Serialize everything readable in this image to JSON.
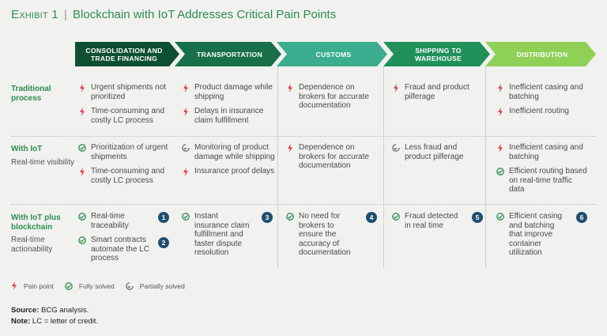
{
  "title": {
    "exhibit": "Exhibit 1",
    "sep": "|",
    "text": "Blockchain with IoT Addresses Critical Pain Points"
  },
  "stages": [
    {
      "label": "CONSOLIDATION AND TRADE FINANCING",
      "color": "#0e4f31"
    },
    {
      "label": "TRANSPORTATION",
      "color": "#18704a"
    },
    {
      "label": "CUSTOMS",
      "color": "#3aae8e"
    },
    {
      "label": "SHIPPING TO WAREHOUSE",
      "color": "#20915a"
    },
    {
      "label": "DISTRIBUTION",
      "color": "#8fd057"
    }
  ],
  "rows": [
    {
      "label": "Traditional process",
      "sublabel": ""
    },
    {
      "label": "With IoT",
      "sublabel": "Real-time visibility"
    },
    {
      "label": "With IoT plus blockchain",
      "sublabel": "Real-time actionability"
    }
  ],
  "cells": [
    [
      {
        "items": [
          {
            "icon": "pain",
            "text": "Urgent shipments not prioritized"
          },
          {
            "icon": "pain",
            "text": "Time-consuming and costly LC process"
          }
        ]
      },
      {
        "items": [
          {
            "icon": "pain",
            "text": "Product damage while shipping"
          },
          {
            "icon": "pain",
            "text": "Delays in insurance claim fulfillment"
          }
        ]
      },
      {
        "items": [
          {
            "icon": "pain",
            "text": "Dependence on brokers for accurate documentation"
          }
        ]
      },
      {
        "items": [
          {
            "icon": "pain",
            "text": "Fraud and product pilferage"
          }
        ]
      },
      {
        "items": [
          {
            "icon": "pain",
            "text": "Inefficient casing and batching"
          },
          {
            "icon": "pain",
            "text": "Inefficient routing"
          }
        ]
      }
    ],
    [
      {
        "items": [
          {
            "icon": "full",
            "text": "Prioritization of urgent shipments"
          },
          {
            "icon": "pain",
            "text": "Time-consuming and costly LC process"
          }
        ]
      },
      {
        "items": [
          {
            "icon": "partial",
            "text": "Monitoring of product damage while shipping"
          },
          {
            "icon": "pain",
            "text": "Insurance proof delays"
          }
        ]
      },
      {
        "items": [
          {
            "icon": "pain",
            "text": "Dependence on brokers for accurate documentation"
          }
        ]
      },
      {
        "items": [
          {
            "icon": "partial",
            "text": "Less fraud and product pilferage"
          }
        ]
      },
      {
        "items": [
          {
            "icon": "pain",
            "text": "Inefficient casing and batching"
          },
          {
            "icon": "full",
            "text": "Efficient routing based on real-time traffic data"
          }
        ]
      }
    ],
    [
      {
        "badge": "1",
        "badge2": "2",
        "items": [
          {
            "icon": "full",
            "text": "Real-time traceability"
          },
          {
            "icon": "full",
            "text": "Smart contracts automate the LC process"
          }
        ]
      },
      {
        "badge": "3",
        "items": [
          {
            "icon": "full",
            "text": "Instant insurance claim fulfillment and faster dispute resolution"
          }
        ]
      },
      {
        "badge": "4",
        "items": [
          {
            "icon": "full",
            "text": "No need for brokers to ensure the accuracy of documentation"
          }
        ]
      },
      {
        "badge": "5",
        "items": [
          {
            "icon": "full",
            "text": "Fraud detected in real time"
          }
        ]
      },
      {
        "badge": "6",
        "items": [
          {
            "icon": "full",
            "text": "Efficient casing and batching that improve container utilization"
          }
        ]
      }
    ]
  ],
  "legend": {
    "pain": "Pain point",
    "full": "Fully solved",
    "partial": "Partially solved"
  },
  "colors": {
    "pain": "#e8333a",
    "full": "#2e8d4e",
    "partial": "#6d6d6d",
    "badge": "#1f4f6e"
  },
  "footer": {
    "source_label": "Source:",
    "source_text": "BCG analysis.",
    "note_label": "Note:",
    "note_text": "LC = letter of credit."
  }
}
